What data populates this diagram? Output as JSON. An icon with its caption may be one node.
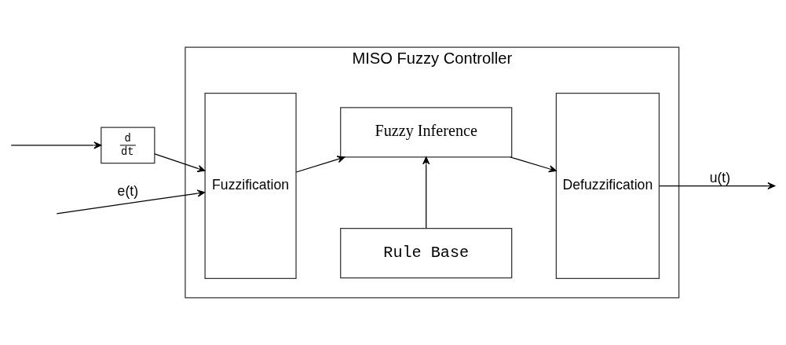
{
  "diagram": {
    "nodes": [
      {
        "text": [
          "MISO Fuzzy Controller"
        ]
      },
      {
        "text": [
          "Fuzzification"
        ],
        "in": 0
      },
      {
        "text": [
          "Fuzzy Inference"
        ],
        "in": 0
      },
      {
        "text": [
          "Defuzzification"
        ],
        "in": 0
      },
      {
        "text": [
          "Rule Base"
        ],
        "in": 0
      },
      {
        "text": [
          "d",
          "dt"
        ]
      }
    ],
    "edges": [
      {
        "from": null,
        "to": 1,
        "arrow": "to",
        "label": "e(t)"
      },
      {
        "from": null,
        "to": 5,
        "arrow": "to"
      },
      {
        "from": 5,
        "to": 1,
        "arrow": "to"
      },
      {
        "from": 1,
        "to": 2,
        "arrow": "to"
      },
      {
        "from": 2,
        "to": 3,
        "arrow": "to"
      },
      {
        "from": 4,
        "to": 2,
        "arrow": "to"
      },
      {
        "from": 3,
        "to": null,
        "arrow": "to",
        "label": "u(t)"
      }
    ]
  }
}
